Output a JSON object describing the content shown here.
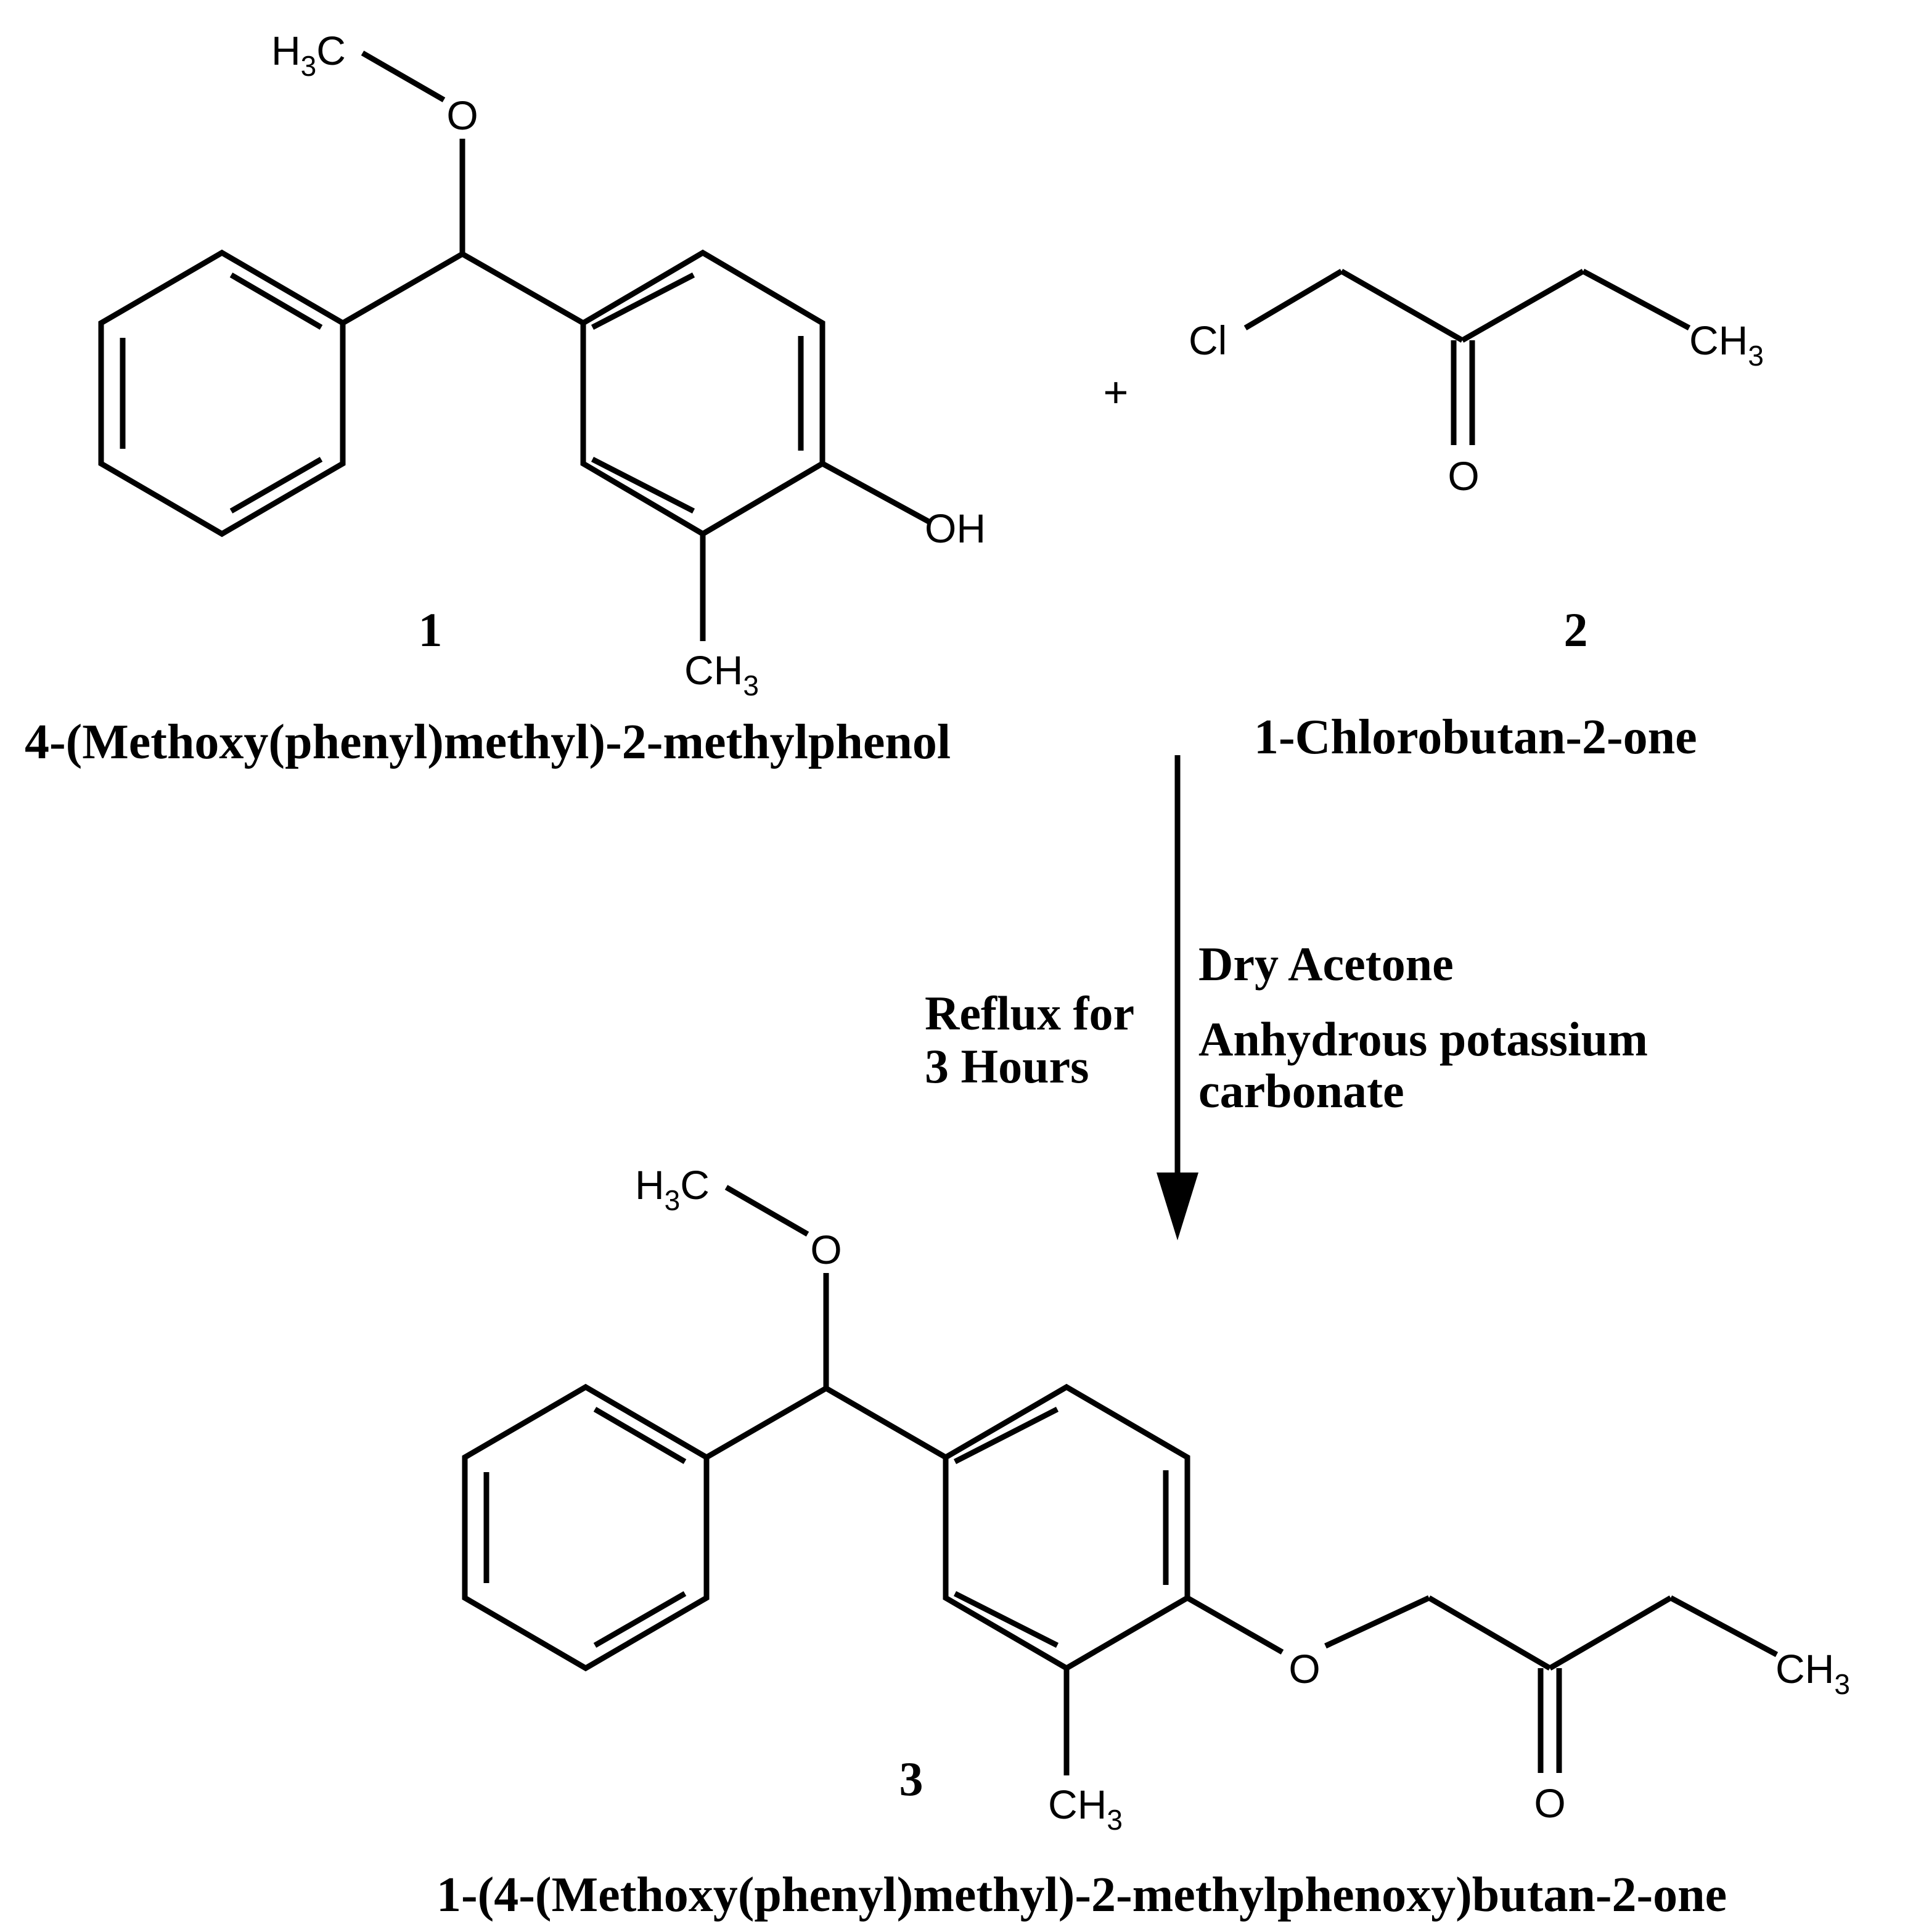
{
  "compounds": {
    "c1": {
      "number": "1",
      "name": "4-(Methoxy(phenyl)methyl)-2-methylphenol",
      "labels": {
        "methyl_ether_h": "H",
        "methyl_ether_sub": "3",
        "methyl_ether_c": "C",
        "ether_o": "O",
        "hydroxyl": "OH",
        "ring_methyl_ch": "CH",
        "ring_methyl_sub": "3"
      }
    },
    "c2": {
      "number": "2",
      "name": "1-Chlorobutan-2-one",
      "labels": {
        "chlorine": "Cl",
        "carbonyl_o": "O",
        "terminal_ch": "CH",
        "terminal_sub": "3"
      }
    },
    "c3": {
      "number": "3",
      "name": "1-(4-(Methoxy(phenyl)methyl)-2-methylphenoxy)butan-2-one",
      "labels": {
        "methyl_ether_h": "H",
        "methyl_ether_sub": "3",
        "methyl_ether_c": "C",
        "ether_o": "O",
        "aryl_ether_o": "O",
        "carbonyl_o": "O",
        "terminal_ch": "CH",
        "terminal_sub": "3",
        "ring_methyl_ch": "CH",
        "ring_methyl_sub": "3"
      }
    }
  },
  "plus_sign": "+",
  "conditions": {
    "left_line1": "Reflux for",
    "left_line2": "3 Hours",
    "right_line1": "Dry Acetone",
    "right_line2": "Anhydrous potassium",
    "right_line3": "carbonate"
  }
}
